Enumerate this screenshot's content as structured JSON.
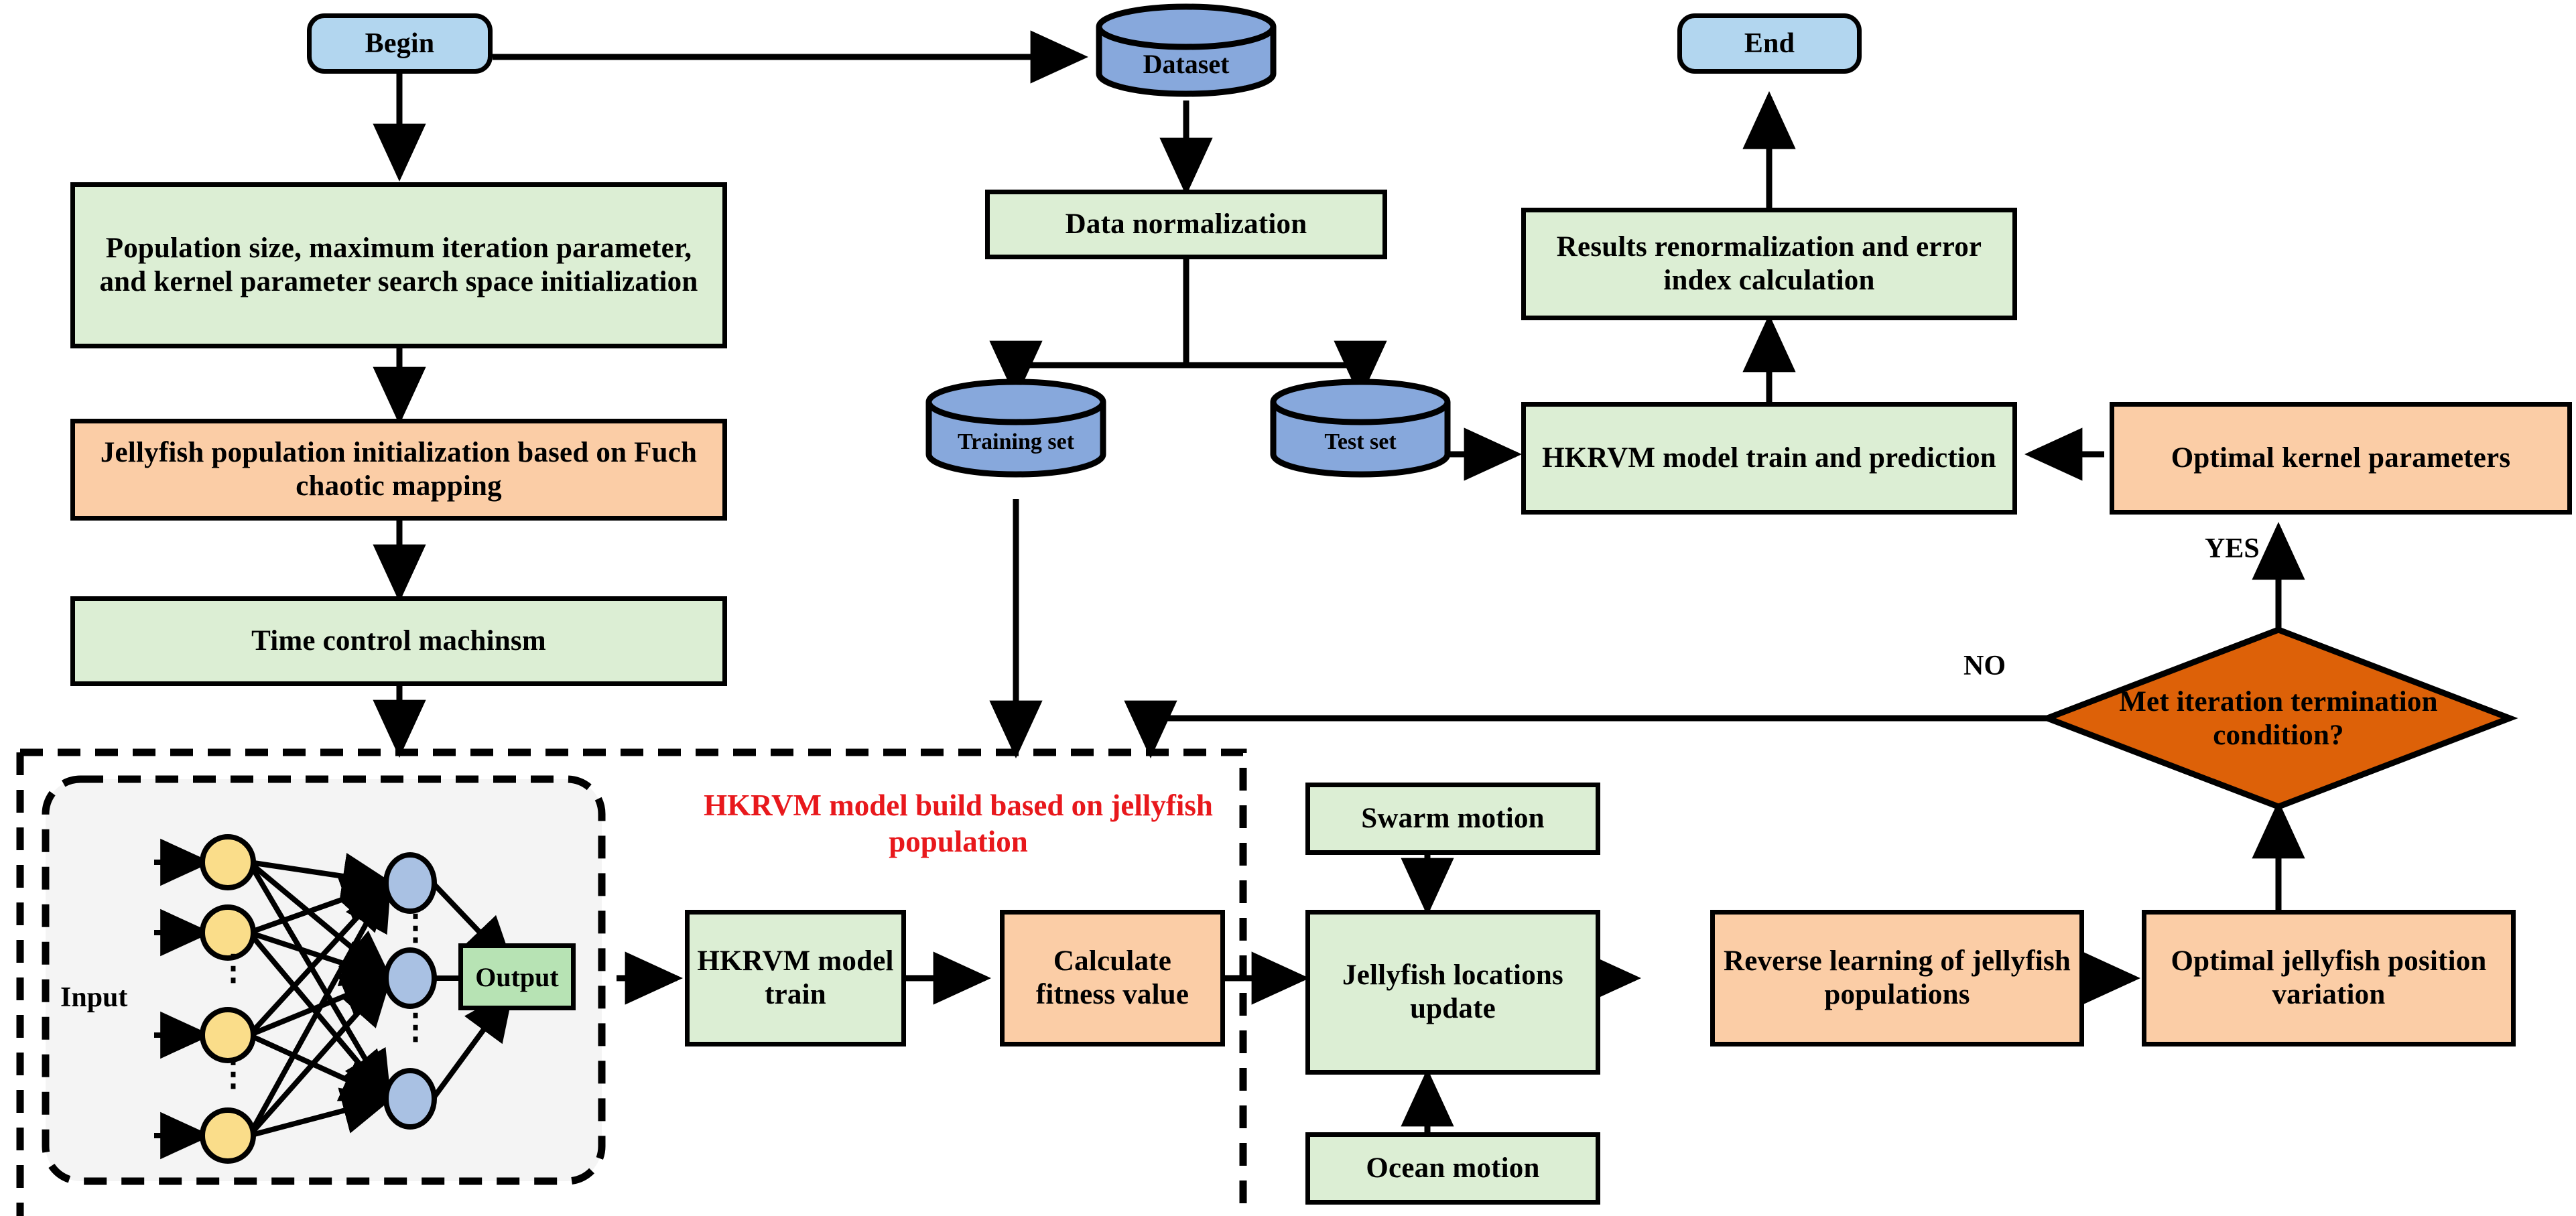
{
  "diagram": {
    "title_overlay": "HKRVM model build based on jellyfish population",
    "colors": {
      "green": "#dceed4",
      "peach": "#fbcda6",
      "light_blue": "#b2d6ef",
      "cylinder_blue": "#87a8dc",
      "diamond_orange": "#dd6108",
      "red_text": "#e8181c",
      "nn_input_node": "#fadd8a",
      "nn_hidden_node": "#a9c1e3",
      "nn_output_box": "#b7e3b4",
      "nn_panel": "#f4f4f4",
      "stroke": "#000000"
    },
    "nodes": {
      "begin": "Begin",
      "end": "End",
      "dataset": "Dataset",
      "training_set": "Training set",
      "test_set": "Test set",
      "data_normalization": "Data normalization",
      "init_params": "Population size, maximum iteration parameter, and kernel parameter search space initialization",
      "jellyfish_init": "Jellyfish population initialization based on Fuch chaotic mapping",
      "time_control": "Time control machinsm",
      "results_renorm": "Results renormalization and error index calculation",
      "hkrvm_predict": "HKRVM model train and prediction",
      "optimal_kernel": "Optimal kernel parameters",
      "decision": "Met iteration termination condition?",
      "hkrvm_train": "HKRVM model train",
      "calc_fitness": "Calculate fitness value",
      "swarm_motion": "Swarm motion",
      "ocean_motion": "Ocean motion",
      "jellyfish_update": "Jellyfish locations update",
      "reverse_learning": "Reverse learning of jellyfish populations",
      "optimal_position": "Optimal jellyfish position variation"
    },
    "edge_labels": {
      "yes": "YES",
      "no": "NO"
    },
    "neural_net": {
      "input_label": "Input",
      "output_label": "Output",
      "vertical_dots": "⋮"
    }
  }
}
